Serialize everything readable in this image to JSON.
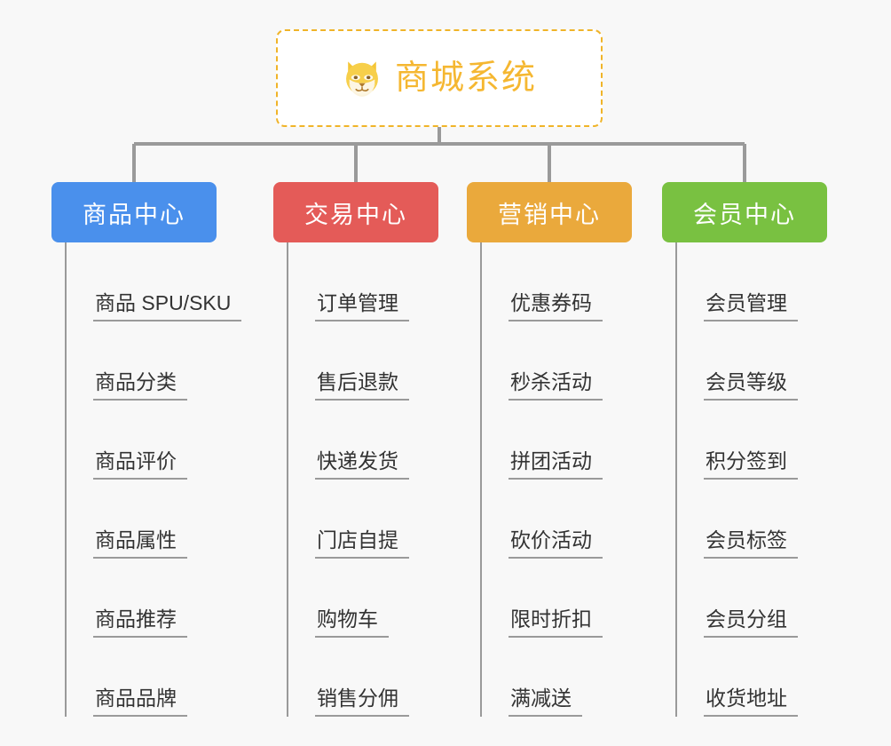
{
  "background_color": "#f8f8f8",
  "root": {
    "title": "商城系统",
    "icon": "dog-face-icon",
    "border_color": "#f0b429",
    "text_color": "#f5b731"
  },
  "line_color": "#9a9a9a",
  "categories": [
    {
      "label": "商品中心",
      "color": "#4a90ec",
      "items": [
        {
          "label": "商品 SPU/SKU"
        },
        {
          "label": "商品分类"
        },
        {
          "label": "商品评价"
        },
        {
          "label": "商品属性"
        },
        {
          "label": "商品推荐"
        },
        {
          "label": "商品品牌"
        }
      ]
    },
    {
      "label": "交易中心",
      "color": "#e45b58",
      "items": [
        {
          "label": "订单管理"
        },
        {
          "label": "售后退款"
        },
        {
          "label": "快递发货"
        },
        {
          "label": "门店自提"
        },
        {
          "label": "购物车"
        },
        {
          "label": "销售分佣"
        }
      ]
    },
    {
      "label": "营销中心",
      "color": "#eaa93c",
      "items": [
        {
          "label": "优惠券码"
        },
        {
          "label": "秒杀活动"
        },
        {
          "label": "拼团活动"
        },
        {
          "label": "砍价活动"
        },
        {
          "label": "限时折扣"
        },
        {
          "label": "满减送"
        }
      ]
    },
    {
      "label": "会员中心",
      "color": "#79c141",
      "items": [
        {
          "label": "会员管理"
        },
        {
          "label": "会员等级"
        },
        {
          "label": "积分签到"
        },
        {
          "label": "会员标签"
        },
        {
          "label": "会员分组"
        },
        {
          "label": "收货地址"
        }
      ]
    }
  ]
}
